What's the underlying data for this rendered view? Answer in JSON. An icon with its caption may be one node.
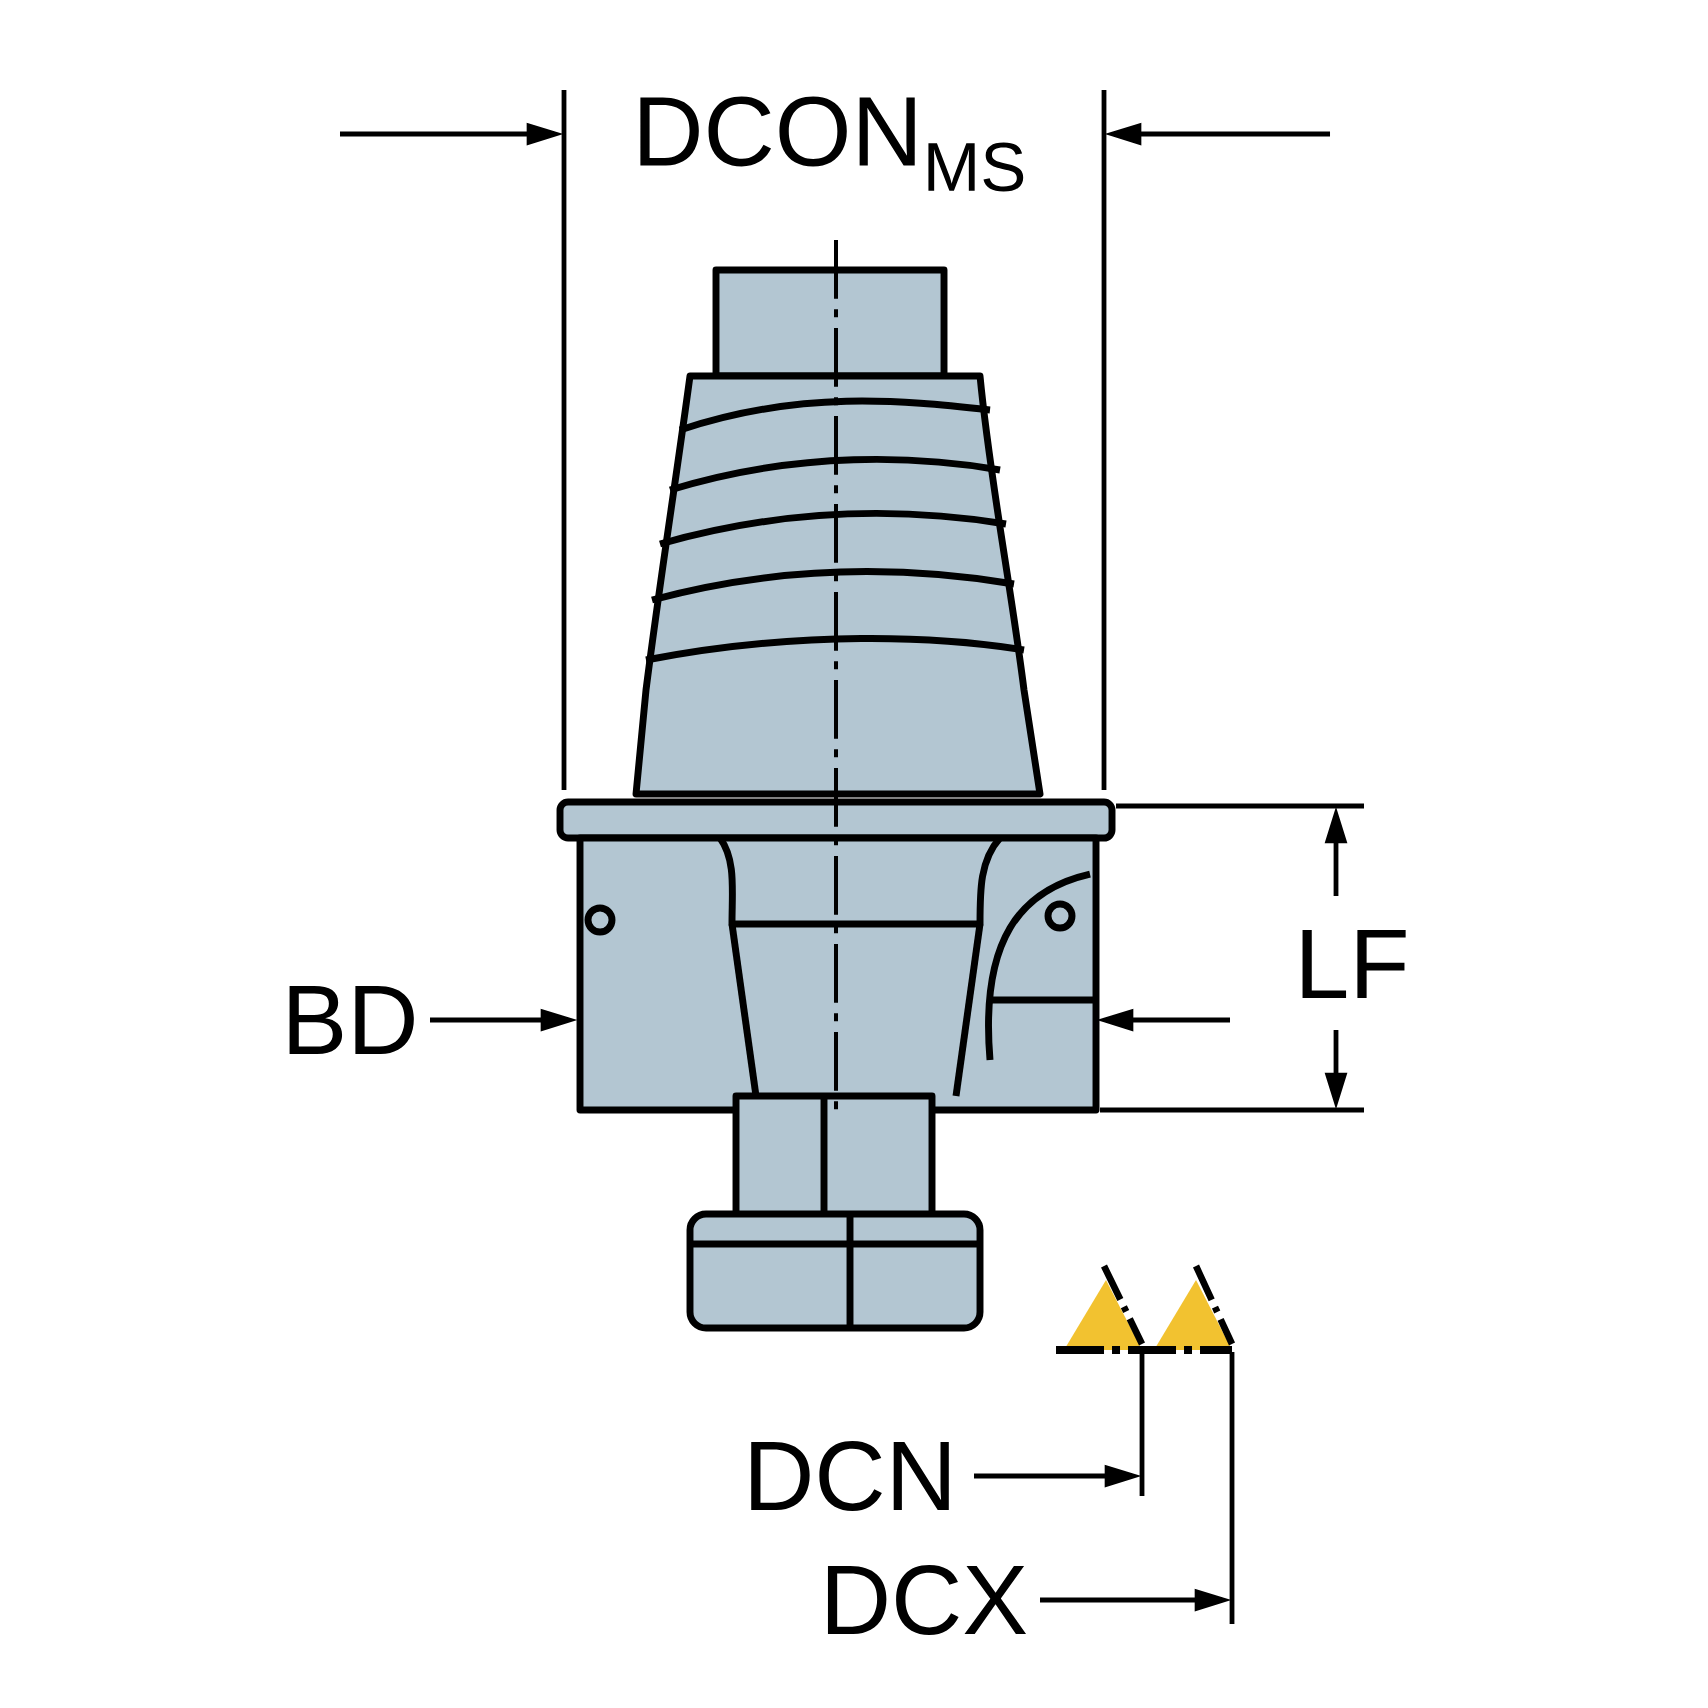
{
  "diagram": {
    "labels": [
      "DCON$_{MS}$",
      "BD",
      "LF",
      "DCN",
      "DCX"
    ]
  }
}
